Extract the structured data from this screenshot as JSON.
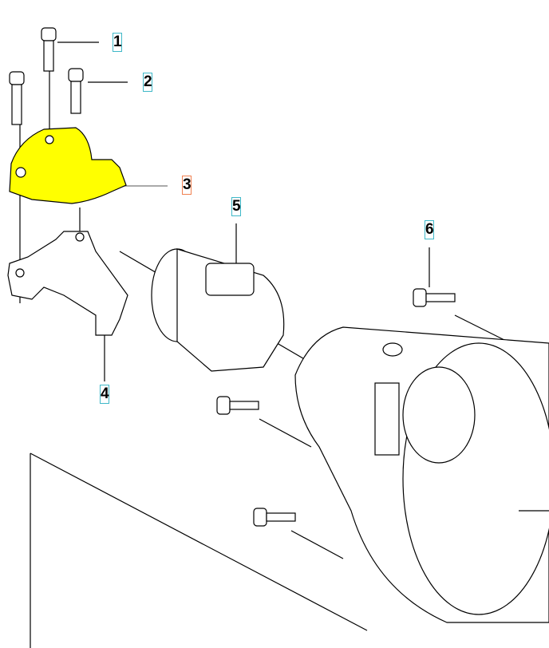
{
  "callouts": [
    {
      "label": "1",
      "part": "screw"
    },
    {
      "label": "2",
      "part": "screw"
    },
    {
      "label": "3",
      "part": "clamp-cap",
      "selected": true
    },
    {
      "label": "4",
      "part": "clamp-base"
    },
    {
      "label": "5",
      "part": "sleeve"
    },
    {
      "label": "6",
      "part": "screw"
    }
  ],
  "colors": {
    "highlight": "#ffff00",
    "callout_border": "#3fb8c8",
    "selected_border": "#f08050",
    "line": "#000000"
  }
}
